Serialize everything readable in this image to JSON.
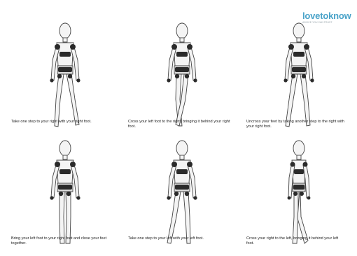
{
  "logo": {
    "brand": "lovetoknow",
    "tagline": "ADVICE YOU CAN TRUST"
  },
  "steps": [
    {
      "text": "Take one step to your right with your right foot."
    },
    {
      "text": "Cross your left foot to the right, bringing it behind your right foot."
    },
    {
      "text": "Uncross your feet by taking another step to the right with your right foot."
    },
    {
      "text": "Bring your left foot to your right foot and close your feet together."
    },
    {
      "text": "Take one step to your left with your left foot."
    },
    {
      "text": "Cross your right to the left, bringing it behind your left foot."
    }
  ]
}
